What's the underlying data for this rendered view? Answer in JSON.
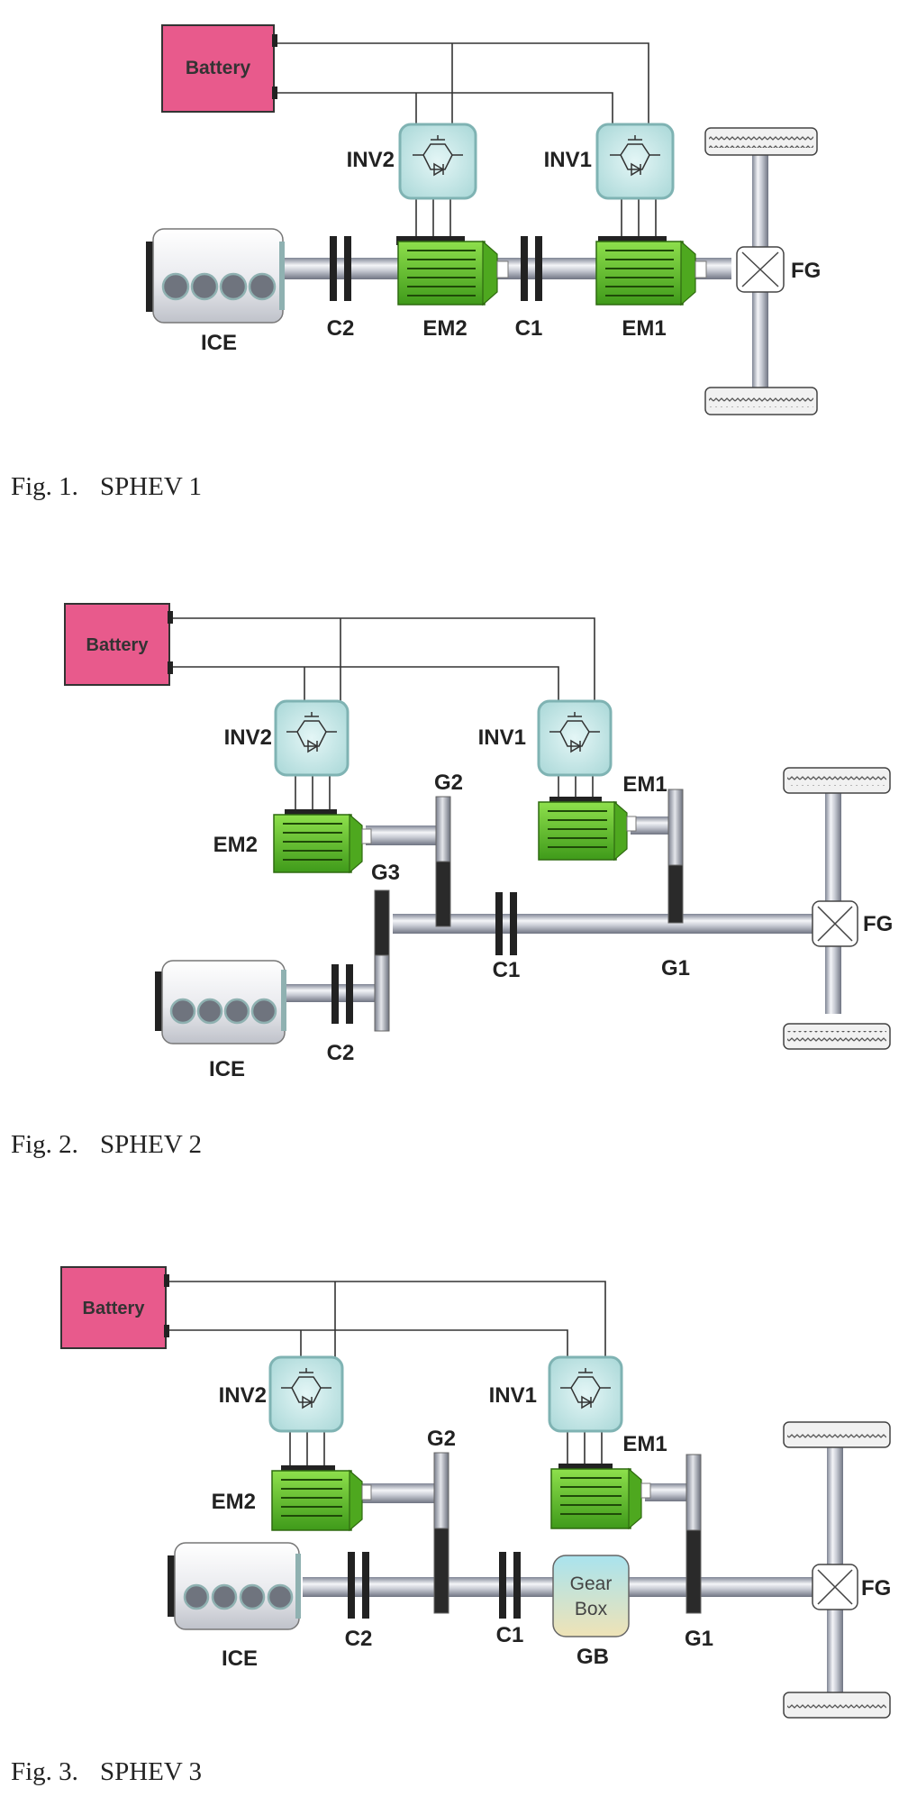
{
  "figures": [
    {
      "caption_num": "Fig. 1.",
      "caption_title": "SPHEV 1",
      "labels": {
        "battery": "Battery",
        "inv2": "INV2",
        "inv1": "INV1",
        "ice": "ICE",
        "c2": "C2",
        "em2": "EM2",
        "c1": "C1",
        "em1": "EM1",
        "fg": "FG"
      }
    },
    {
      "caption_num": "Fig. 2.",
      "caption_title": "SPHEV 2",
      "labels": {
        "battery": "Battery",
        "inv2": "INV2",
        "inv1": "INV1",
        "em1": "EM1",
        "g2": "G2",
        "em2": "EM2",
        "g3": "G3",
        "fg": "FG",
        "c1": "C1",
        "g1": "G1",
        "ice": "ICE",
        "c2": "C2"
      }
    },
    {
      "caption_num": "Fig. 3.",
      "caption_title": "SPHEV 3",
      "labels": {
        "battery": "Battery",
        "inv2": "INV2",
        "inv1": "INV1",
        "em1": "EM1",
        "g2": "G2",
        "em2": "EM2",
        "gearbox_line1": "Gear",
        "gearbox_line2": "Box",
        "fg": "FG",
        "ice": "ICE",
        "c2": "C2",
        "c1": "C1",
        "gb": "GB",
        "g1": "G1"
      }
    }
  ],
  "colors": {
    "battery": "#e85a8c",
    "inverter": "#bfe6e6",
    "motor": "#6cc832",
    "shaft": "#b9bdc8",
    "gear": "#9ea3af",
    "gearbox": "#e7dfb8"
  }
}
